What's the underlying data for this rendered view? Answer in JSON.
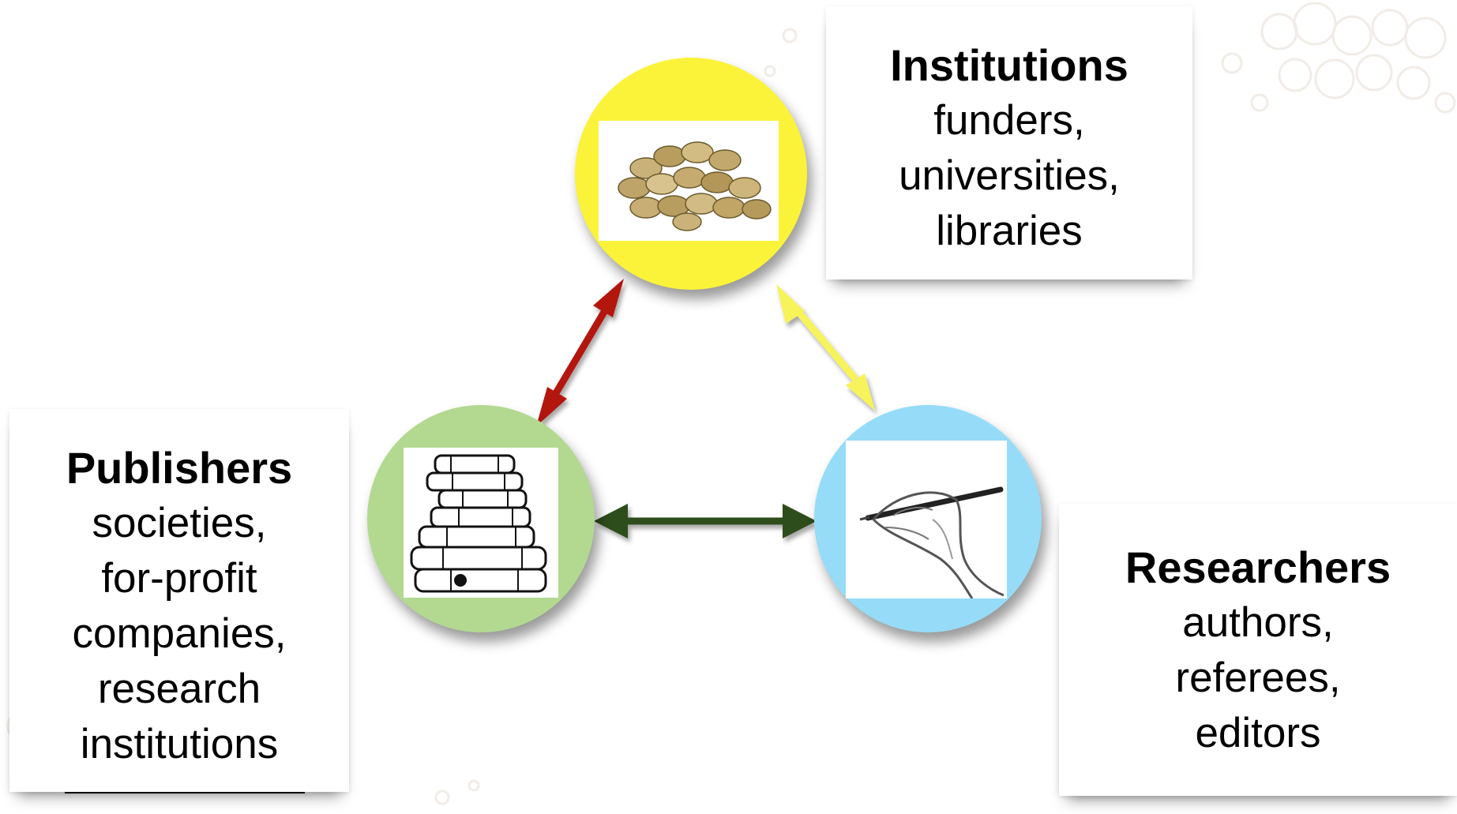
{
  "institutions": {
    "title": "Institutions",
    "lines": [
      "funders,",
      "universities,",
      "libraries"
    ]
  },
  "publishers": {
    "title": "Publishers",
    "lines": [
      "societies,",
      "for-profit",
      "companies,",
      "research",
      "institutions"
    ]
  },
  "researchers": {
    "title": "Researchers",
    "lines": [
      "authors,",
      "referees,",
      "editors"
    ]
  },
  "colors": {
    "institutions_node": "#fbf33a",
    "publishers_node": "#b3d991",
    "researchers_node": "#96dcf8",
    "arrow_publishers_institutions": "#b3120f",
    "arrow_institutions_researchers": "#f7f35a",
    "arrow_publishers_researchers": "#2f4d1a"
  },
  "icons": {
    "institutions": "coins-icon",
    "publishers": "books-icon",
    "researchers": "writing-hand-icon"
  }
}
